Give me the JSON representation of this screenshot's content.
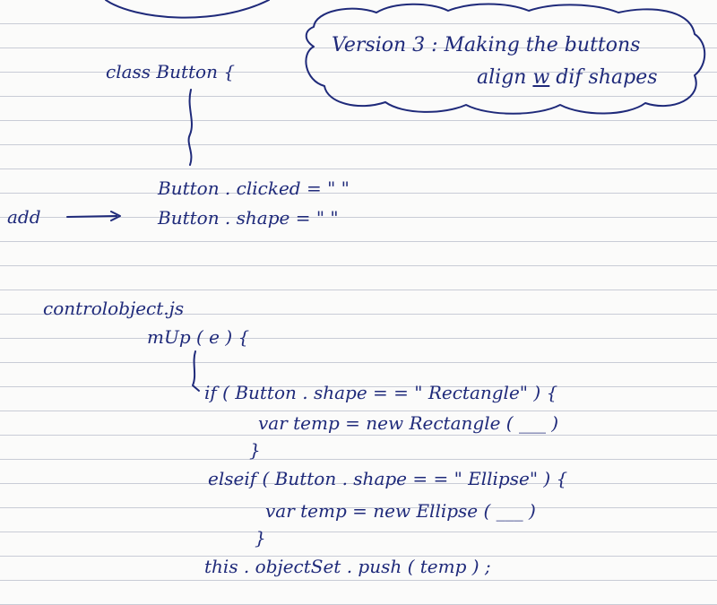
{
  "note": {
    "cloud": {
      "title_line1": "Version 3 : Making the buttons",
      "title_line2_prefix": "align ",
      "title_line2_w": "w",
      "title_line2_suffix": " dif shapes"
    },
    "class_decl": "class Button {",
    "button_clicked": "Button . clicked = \" \"",
    "add_label": "add",
    "button_shape": "Button . shape = \" \"",
    "file_name": "controlobject.js",
    "mup_decl": "mUp ( e ) {",
    "if_line": "if ( Button . shape = = \" Rectangle\" ) {",
    "rect_line": "var temp = new Rectangle ( ___ )",
    "close1": "}",
    "elseif_line": "elseif ( Button . shape = = \" Ellipse\" ) {",
    "ellipse_line": "var temp = new Ellipse ( ___ )",
    "close2": "}",
    "push_line": "this . objectSet . push ( temp ) ;"
  }
}
